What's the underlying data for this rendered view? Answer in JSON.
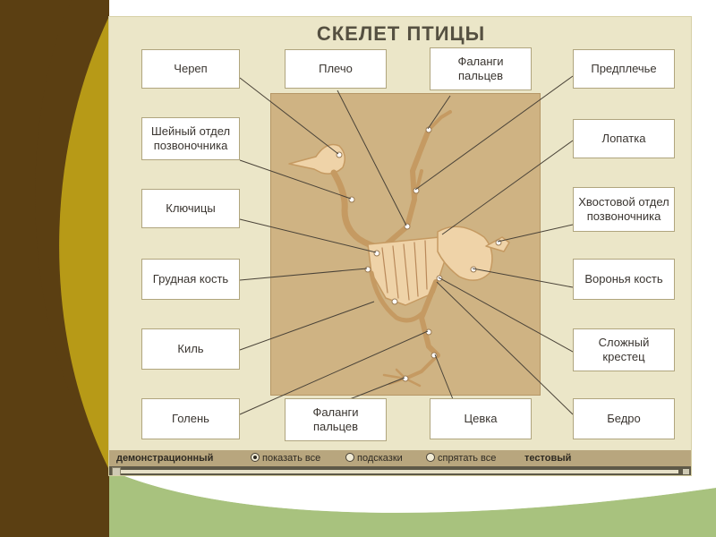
{
  "title": "СКЕЛЕТ ПТИЦЫ",
  "labels": {
    "skull": "Череп",
    "shoulder": "Плечо",
    "wing_phalanges": "Фаланги пальцев",
    "forearm": "Предплечье",
    "cervical": "Шейный отдел позвоночника",
    "scapula": "Лопатка",
    "clavicles": "Ключицы",
    "caudal": "Хвостовой отдел позвоночника",
    "sternum": "Грудная кость",
    "coracoid": "Воронья кость",
    "keel": "Киль",
    "synsacrum": "Сложный крестец",
    "tibia": "Голень",
    "toe_phalanges": "Фаланги пальцев",
    "tarsus": "Цевка",
    "femur": "Бедро"
  },
  "controls": {
    "demo_mode": "демонстрационный",
    "show_all": "показать все",
    "hints": "подсказки",
    "hide_all": "спрятать все",
    "test_mode": "тестовый",
    "selected": "show_all"
  },
  "colors": {
    "app_background": "#ebe6c8",
    "panel": "#cfb383",
    "bone": "#efd3a8",
    "slide_brown": "#5b3f12",
    "slide_gold": "#b79a17",
    "slide_green": "#a8c27e"
  }
}
